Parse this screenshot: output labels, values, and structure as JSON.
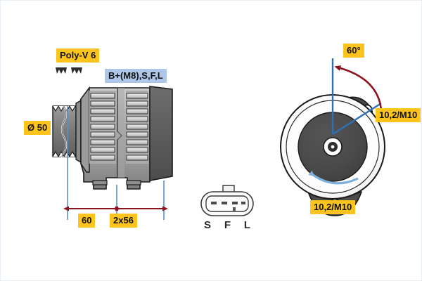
{
  "diagram": {
    "title": "Alternator technical drawing",
    "background_color": "#ffffff",
    "border_color": "#e8eef5"
  },
  "labels": {
    "pulley_type": "Poly-V 6",
    "terminals": "B+(M8),S,F,L",
    "pulley_diameter": "Ø 50",
    "dimension_60": "60",
    "dimension_2x56": "2x56",
    "mounting_angle": "60°",
    "mount_bolt_top": "10,2/M10",
    "mount_bolt_bottom": "10,2/M10"
  },
  "connector": {
    "pins": [
      "S",
      "F",
      "L"
    ]
  },
  "colors": {
    "callout_yellow": "#fcc41c",
    "callout_blue": "#aec7e8",
    "dimension_line": "#8c1420",
    "extension_line": "#5b8fc9",
    "rotation_arrow": "#7eaedb",
    "body_light": "#b4b4b4",
    "body_mid": "#8d8d8d",
    "body_dark": "#5a5a5a",
    "outline": "#1a1a1a"
  },
  "icons": {
    "poly_v_profile": "v-groove-profile-icon",
    "diameter_symbol": "Ø",
    "rotation": "counterclockwise-rotation-arrow"
  }
}
